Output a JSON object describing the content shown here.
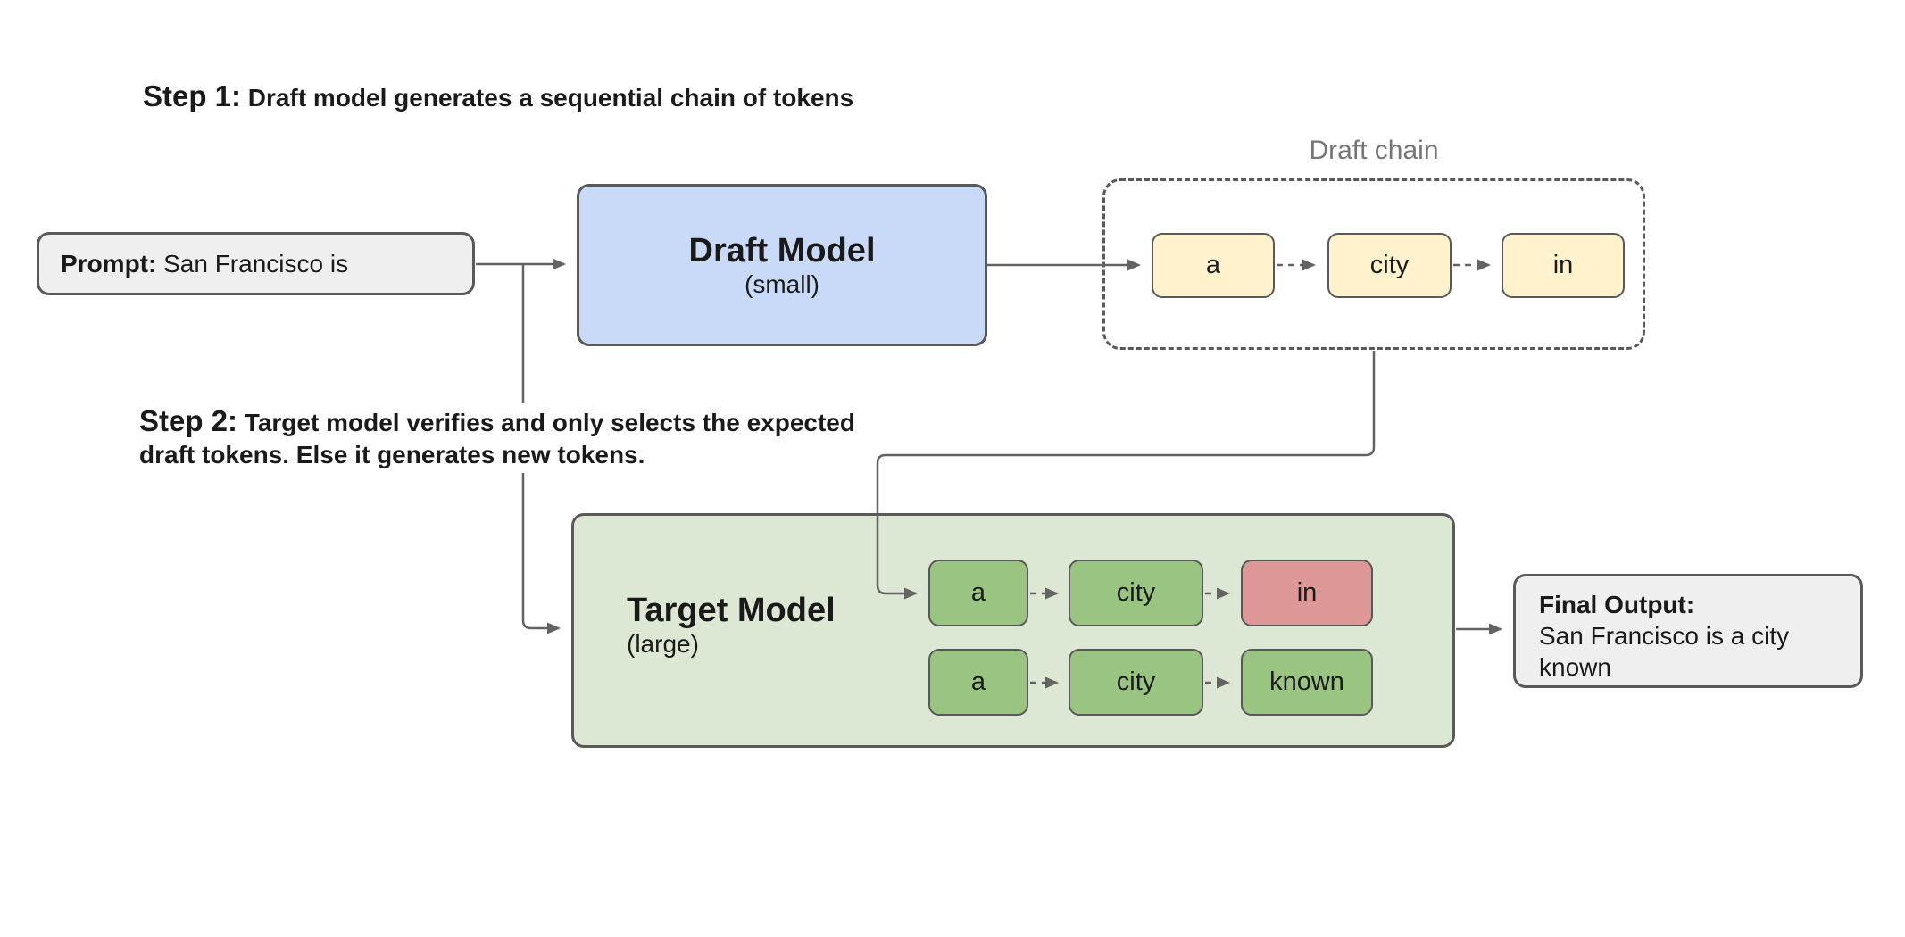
{
  "step1": {
    "label": "Step 1:",
    "text": " Draft model generates a sequential chain of tokens"
  },
  "step2": {
    "label": "Step 2:",
    "line1": " Target model verifies and only selects the expected",
    "line2": "draft tokens. Else it generates new tokens."
  },
  "prompt_box": {
    "label": "Prompt:",
    "text": " San Francisco is"
  },
  "draft_model": {
    "title": "Draft Model",
    "subtitle": "(small)"
  },
  "draft_chain": {
    "title": "Draft chain",
    "tokens": [
      {
        "label": "a"
      },
      {
        "label": "city"
      },
      {
        "label": "in"
      }
    ]
  },
  "target_model": {
    "title": "Target Model",
    "subtitle": "(large)",
    "row1": [
      {
        "label": "a",
        "status": "accepted"
      },
      {
        "label": "city",
        "status": "accepted"
      },
      {
        "label": "in",
        "status": "rejected"
      }
    ],
    "row2": [
      {
        "label": "a",
        "status": "generated"
      },
      {
        "label": "city",
        "status": "generated"
      },
      {
        "label": "known",
        "status": "generated"
      }
    ]
  },
  "final_output": {
    "label": "Final Output:",
    "text": "San Francisco is a city known"
  },
  "colors": {
    "draft_model_fill": "#c9daf8",
    "target_model_fill": "#dce8d3",
    "draft_token_fill": "#fff2cc",
    "accepted_token_fill": "#9ac482",
    "rejected_token_fill": "#dd9796",
    "io_box_fill": "#efefef",
    "border": "#595959",
    "connector": "#636363",
    "chain_title": "#757575"
  }
}
